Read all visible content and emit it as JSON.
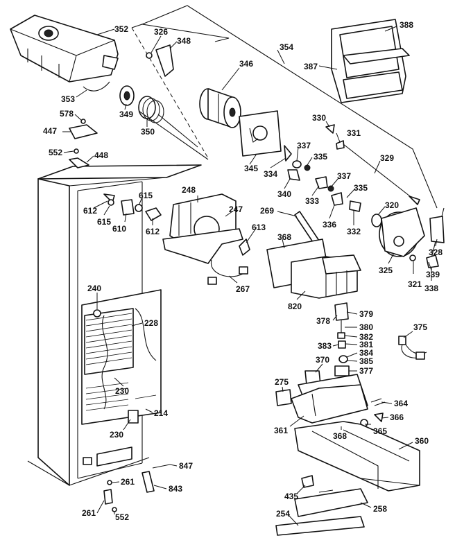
{
  "labels": {
    "l352": "352",
    "l326": "326",
    "l348": "348",
    "l346": "346",
    "l354": "354",
    "l387": "387",
    "l388": "388",
    "l353": "353",
    "l349": "349",
    "l350": "350",
    "l578": "578",
    "l447": "447",
    "l552a": "552",
    "l448": "448",
    "l330": "330",
    "l331": "331",
    "l345": "345",
    "l337a": "337",
    "l335a": "335",
    "l334": "334",
    "l329": "329",
    "l340": "340",
    "l333": "333",
    "l337b": "337",
    "l335b": "335",
    "l248": "248",
    "l247": "247",
    "l612a": "612",
    "l615a": "615",
    "l615b": "615",
    "l610": "610",
    "l612b": "612",
    "l613": "613",
    "l269": "269",
    "l320": "320",
    "l336": "336",
    "l332": "332",
    "l368a": "368",
    "l328": "328",
    "l325": "325",
    "l321": "321",
    "l339": "339",
    "l338": "338",
    "l267": "267",
    "l820": "820",
    "l240": "240",
    "l228": "228",
    "l378": "378",
    "l379": "379",
    "l380": "380",
    "l382": "382",
    "l381": "381",
    "l383": "383",
    "l384": "384",
    "l385": "385",
    "l370": "370",
    "l377": "377",
    "l375": "375",
    "l275": "275",
    "l230a": "230",
    "l364": "364",
    "l366": "366",
    "l214": "214",
    "l230b": "230",
    "l361": "361",
    "l368b": "368",
    "l365": "365",
    "l360": "360",
    "l847": "847",
    "l261a": "261",
    "l843": "843",
    "l435": "435",
    "l261b": "261",
    "l552b": "552",
    "l258": "258",
    "l254": "254"
  },
  "icons": [
    "ice-bucket",
    "auger-motor",
    "dispenser-door",
    "icemaker",
    "fill-tube",
    "dispenser-housing"
  ]
}
